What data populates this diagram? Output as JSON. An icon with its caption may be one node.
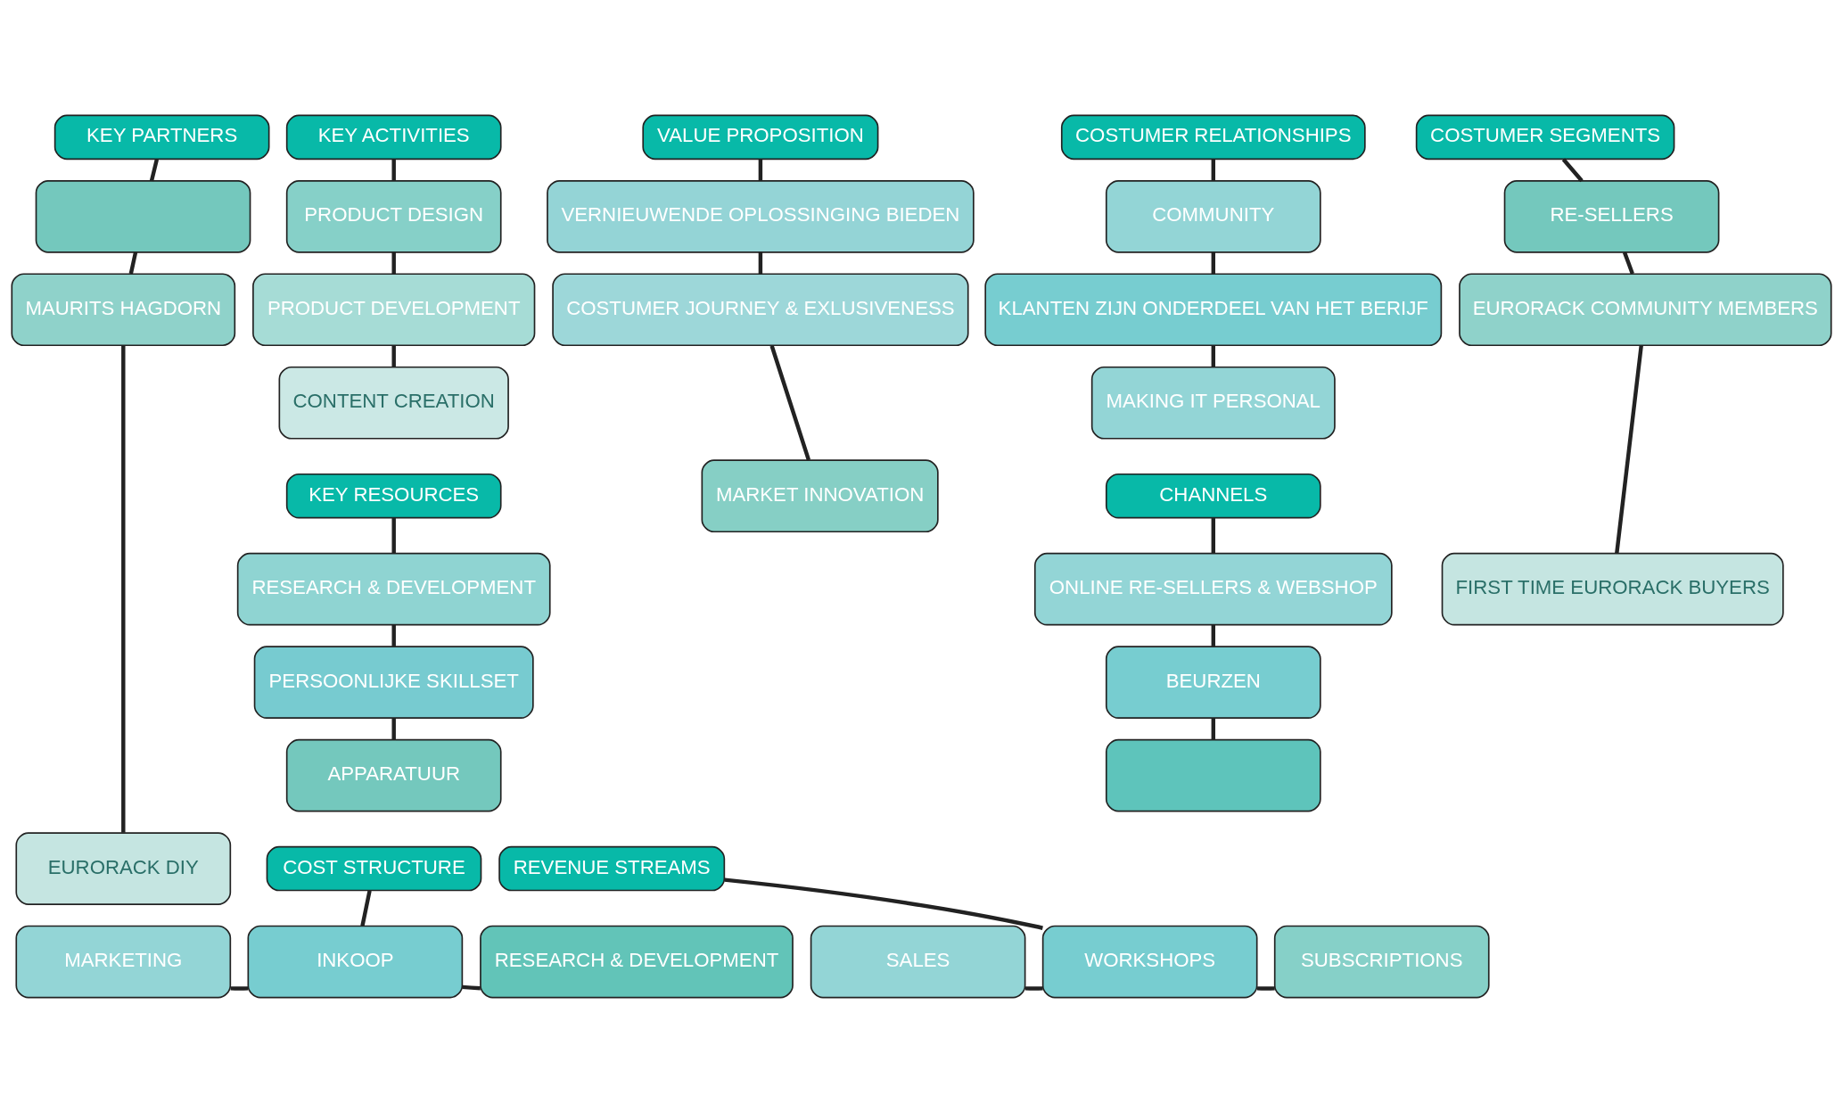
{
  "diagram": {
    "nodes": [
      {
        "text": [
          "KEY PARTNERS"
        ]
      },
      {
        "text": [],
        "shape": "box"
      },
      {
        "text": [
          "MAURITS HAGDORN"
        ]
      },
      {
        "text": [
          "EURORACK DIY"
        ]
      },
      {
        "text": [
          "KEY ACTIVITIES"
        ]
      },
      {
        "text": [
          "PRODUCT DESIGN"
        ]
      },
      {
        "text": [
          "PRODUCT DEVELOPMENT"
        ]
      },
      {
        "text": [
          "CONTENT CREATION"
        ]
      },
      {
        "text": [
          "KEY RESOURCES"
        ]
      },
      {
        "text": [
          "RESEARCH & DEVELOPMENT"
        ]
      },
      {
        "text": [
          "PERSOONLIJKE SKILLSET"
        ]
      },
      {
        "text": [
          "APPARATUUR"
        ]
      },
      {
        "text": [
          "VALUE PROPOSITION"
        ]
      },
      {
        "text": [
          "VERNIEUWENDE OPLOSSINGING BIEDEN"
        ]
      },
      {
        "text": [
          "COSTUMER JOURNEY & EXLUSIVENESS"
        ]
      },
      {
        "text": [
          "MARKET INNOVATION"
        ]
      },
      {
        "text": [
          "COSTUMER RELATIONSHIPS"
        ]
      },
      {
        "text": [
          "COMMUNITY"
        ]
      },
      {
        "text": [
          "KLANTEN ZIJN ONDERDEEL VAN HET BERIJF"
        ]
      },
      {
        "text": [
          "MAKING IT PERSONAL"
        ]
      },
      {
        "text": [
          "CHANNELS"
        ]
      },
      {
        "text": [
          "ONLINE RE-SELLERS & WEBSHOP"
        ]
      },
      {
        "text": [
          "BEURZEN"
        ]
      },
      {
        "text": [],
        "shape": "box"
      },
      {
        "text": [
          "COSTUMER SEGMENTS"
        ]
      },
      {
        "text": [
          "RE-SELLERS"
        ]
      },
      {
        "text": [
          "EURORACK COMMUNITY MEMBERS"
        ]
      },
      {
        "text": [
          "FIRST TIME EURORACK BUYERS"
        ]
      },
      {
        "text": [
          "MARKETING"
        ]
      },
      {
        "text": [
          "COST STRUCTURE"
        ]
      },
      {
        "text": [
          "INKOOP"
        ]
      },
      {
        "text": [
          "RESEARCH & DEVELOPMENT"
        ]
      },
      {
        "text": [
          "SALES"
        ]
      },
      {
        "text": [
          "REVENUE STREAMS"
        ]
      },
      {
        "text": [
          "WORKSHOPS"
        ]
      },
      {
        "text": [
          "SUBSCRIPTIONS"
        ]
      }
    ],
    "edges": [
      {
        "from": 0,
        "to": 1,
        "arrow": "none"
      },
      {
        "from": 1,
        "to": 2,
        "arrow": "none"
      },
      {
        "from": 2,
        "to": 3,
        "arrow": "none"
      },
      {
        "from": 4,
        "to": 5,
        "arrow": "none"
      },
      {
        "from": 5,
        "to": 6,
        "arrow": "none"
      },
      {
        "from": 6,
        "to": 7,
        "arrow": "none"
      },
      {
        "from": 8,
        "to": 9,
        "arrow": "none"
      },
      {
        "from": 9,
        "to": 10,
        "arrow": "none"
      },
      {
        "from": 10,
        "to": 11,
        "arrow": "none"
      },
      {
        "from": 12,
        "to": 13,
        "arrow": "none"
      },
      {
        "from": 13,
        "to": 14,
        "arrow": "none"
      },
      {
        "from": 14,
        "to": 15,
        "arrow": "none"
      },
      {
        "from": 16,
        "to": 17,
        "arrow": "none"
      },
      {
        "from": 17,
        "to": 18,
        "arrow": "none"
      },
      {
        "from": 18,
        "to": 19,
        "arrow": "none"
      },
      {
        "from": 20,
        "to": 21,
        "arrow": "none"
      },
      {
        "from": 21,
        "to": 22,
        "arrow": "none"
      },
      {
        "from": 22,
        "to": 23,
        "arrow": "none"
      },
      {
        "from": 24,
        "to": 25,
        "arrow": "none"
      },
      {
        "from": 25,
        "to": 26,
        "arrow": "none"
      },
      {
        "from": 26,
        "to": 27,
        "arrow": "none"
      },
      {
        "from": 29,
        "to": 30,
        "arrow": "none"
      },
      {
        "from": 28,
        "to": 30,
        "arrow": "none"
      },
      {
        "from": 30,
        "to": 31,
        "arrow": "none"
      },
      {
        "from": 33,
        "to": 34,
        "arrow": "none"
      },
      {
        "from": 32,
        "to": 34,
        "arrow": "none"
      },
      {
        "from": 34,
        "to": 35,
        "arrow": "none"
      }
    ]
  }
}
